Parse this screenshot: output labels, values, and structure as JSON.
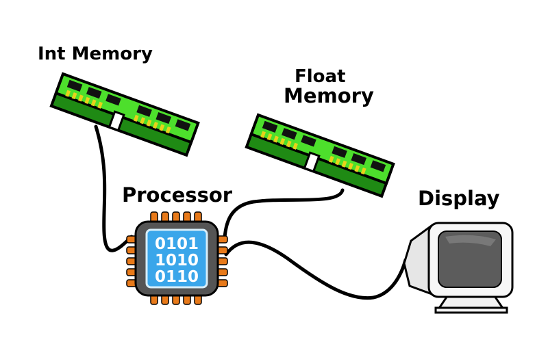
{
  "labels": {
    "int_memory": "Int Memory",
    "float_memory_line1": "Float",
    "float_memory_line2": "Memory",
    "processor": "Processor",
    "display": "Display"
  },
  "processor_chip": {
    "binary_line1": "0101",
    "binary_line2": "1010",
    "binary_line3": "0110"
  },
  "colors": {
    "ram_green": "#4ddf2c",
    "ram_dark_green": "#1f8a14",
    "ram_chip": "#111111",
    "ram_pins": "#e8d21a",
    "chip_body": "#555555",
    "chip_pins": "#e87a1a",
    "chip_screen": "#3aa6ea",
    "monitor_screen": "#5c5c5c",
    "monitor_body": "#f2f2f2",
    "wire": "#000000"
  },
  "icons": [
    "ram-module-icon",
    "processor-chip-icon",
    "monitor-icon"
  ]
}
